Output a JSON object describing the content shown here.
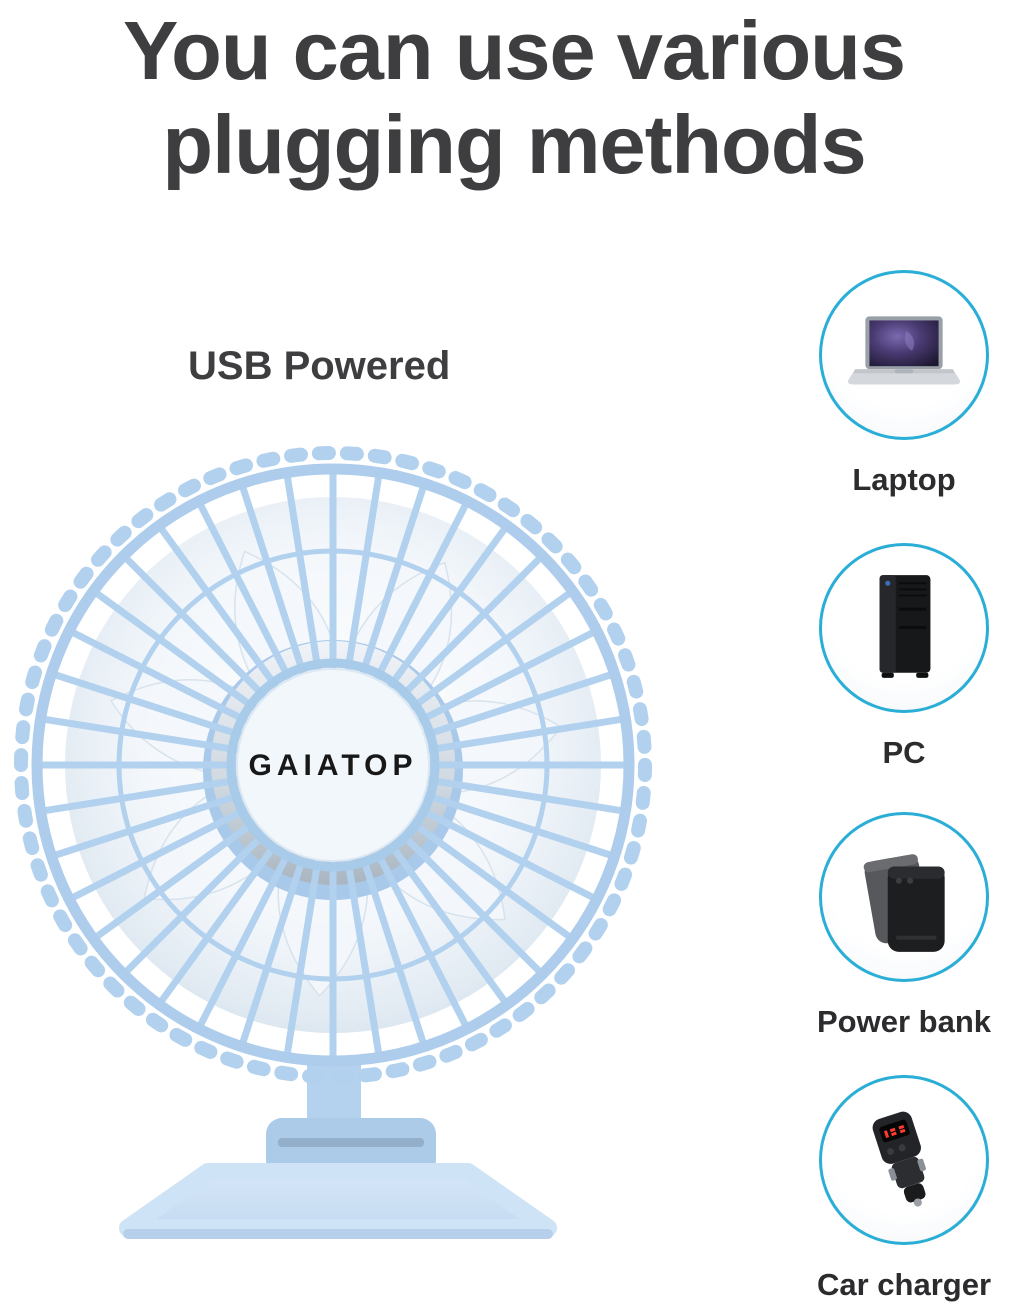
{
  "page": {
    "headline_line1": "You can use various",
    "headline_line2": "plugging methods",
    "usb_label": "USB Powered",
    "brand": "GAIATOP"
  },
  "plugging_methods": [
    {
      "label": "Laptop",
      "icon": "laptop-icon"
    },
    {
      "label": "PC",
      "icon": "pc-tower-icon"
    },
    {
      "label": "Power bank",
      "icon": "power-bank-icon"
    },
    {
      "label": "Car charger",
      "icon": "car-charger-icon"
    }
  ],
  "colors": {
    "accent_cyan": "#2aaed6",
    "fan_blue": "#b2d1ee",
    "fan_base_blue": "#cfe3f6",
    "headline_gray": "#3e3e40",
    "label_gray": "#2c2c2e"
  }
}
